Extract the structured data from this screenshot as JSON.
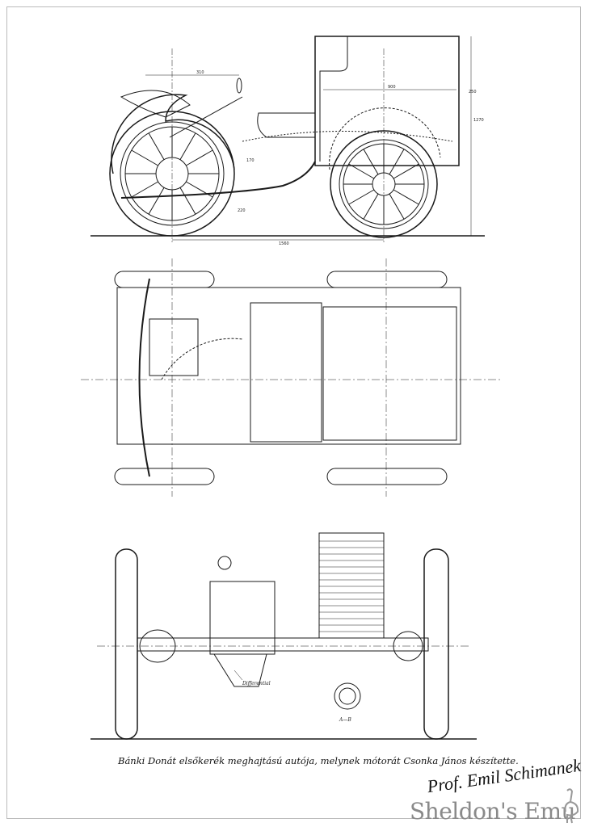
{
  "drawing": {
    "side_view": {
      "dimensions": [
        "310",
        "900",
        "1560",
        "170",
        "220",
        "1270",
        "250"
      ]
    },
    "section_view": {
      "labels": {
        "differential": "Differential",
        "section": "A—B"
      }
    }
  },
  "caption": "Bánki Donát elsőkerék meghajtású autója, melynek mótorát Csonka János készítette.",
  "signature": "Prof. Emil Schimanek",
  "watermark": "Sheldon's Emu",
  "colors": {
    "ink": "#1a1a1a",
    "watermark": "#8a8a8a",
    "frame": "#bbbbbb"
  }
}
